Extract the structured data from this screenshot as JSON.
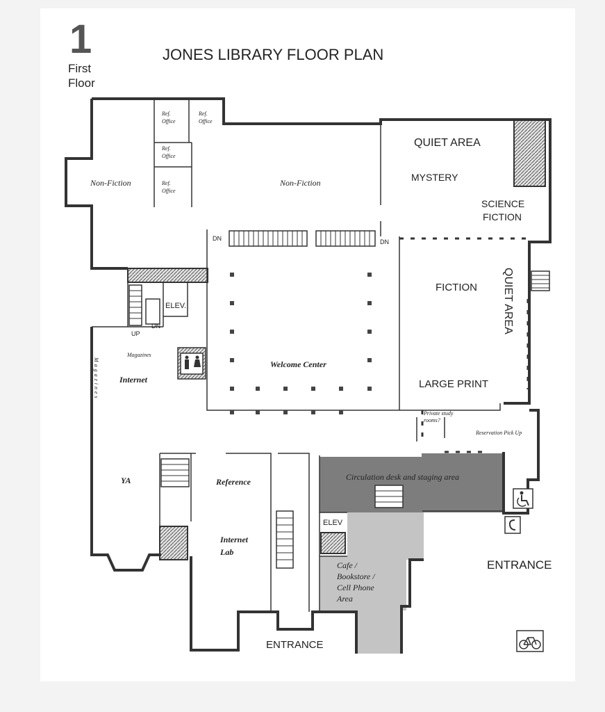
{
  "header": {
    "floor_number": "1",
    "floor_name_line1": "First",
    "floor_name_line2": "Floor",
    "title": "JONES LIBRARY FLOOR PLAN"
  },
  "rooms": {
    "ref_office": [
      "Ref.",
      "Office"
    ],
    "non_fiction_west": "Non-Fiction",
    "non_fiction_main": "Non-Fiction",
    "quiet_area_top": "QUIET AREA",
    "mystery": "MYSTERY",
    "science_fiction": [
      "SCIENCE",
      "FICTION"
    ],
    "fiction": "FICTION",
    "quiet_area_side": "QUIET AREA",
    "large_print": "LARGE PRINT",
    "private_study": [
      "Private study",
      "rooms?"
    ],
    "reservation_pickup": "Reservation Pick Up",
    "dn": "DN",
    "elev": "ELEV.",
    "elev2": "ELEV",
    "up": "UP",
    "magazines": "Magazines",
    "magazines_vertical": "Magazines",
    "internet": "Internet",
    "welcome_center": "Welcome Center",
    "ya": "YA",
    "reference": "Reference",
    "internet_lab": [
      "Internet",
      "Lab"
    ],
    "circulation": "Circulation desk and staging area",
    "cafe": [
      "Cafe /",
      "Bookstore /",
      "Cell Phone",
      "Area"
    ],
    "entrance_east": "ENTRANCE",
    "entrance_south": "ENTRANCE"
  },
  "icons": [
    "restroom-icon",
    "accessible-icon",
    "phone-icon",
    "bicycle-icon"
  ],
  "colors": {
    "circulation_fill": "#7d7d7d",
    "cafe_fill": "#c4c4c4",
    "wall": "#333333",
    "paper": "#ffffff"
  }
}
